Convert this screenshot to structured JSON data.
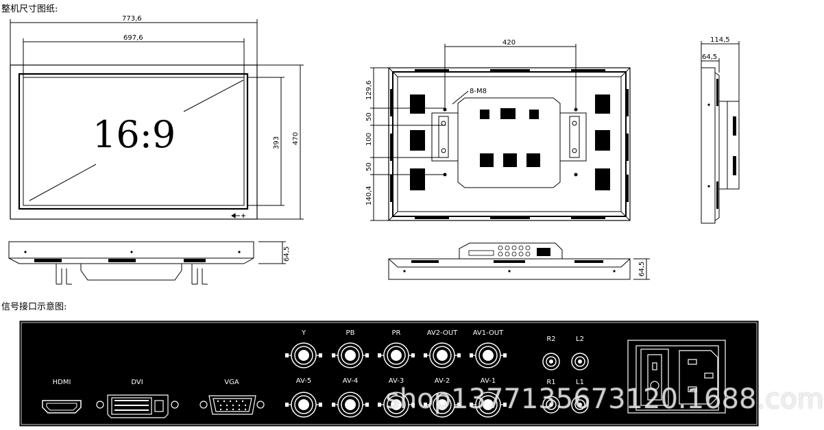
{
  "headings": {
    "dimensions": "整机尺寸图纸:",
    "interface": "信号接口示意图:"
  },
  "front_view": {
    "aspect_label": "16:9",
    "dim_outer_width": "773,6",
    "dim_inner_width": "697,6",
    "dim_inner_height": "393",
    "dim_outer_height": "470"
  },
  "bottom_view": {
    "depth": "64,5"
  },
  "rear_view": {
    "mount_spacing": "420",
    "mount_label": "8-M8",
    "dim_a": "129,6",
    "dim_b": "50",
    "dim_c": "100",
    "dim_d": "50",
    "dim_e": "140,4",
    "depth": "64,5"
  },
  "side_view": {
    "depth_total": "114,5",
    "depth_body": "64,5"
  },
  "connectors": {
    "hdmi": "HDMI",
    "dvi": "DVI",
    "vga": "VGA",
    "top_row": [
      "Y",
      "PB",
      "PR",
      "AV2-OUT",
      "AV1-OUT"
    ],
    "bottom_row": [
      "AV-5",
      "AV-4",
      "AV-3",
      "AV-2",
      "AV-1"
    ],
    "audio_top": [
      "R2",
      "L2"
    ],
    "audio_bottom": [
      "R1",
      "L1"
    ]
  },
  "watermark": "shop1377135673120.1688.com"
}
